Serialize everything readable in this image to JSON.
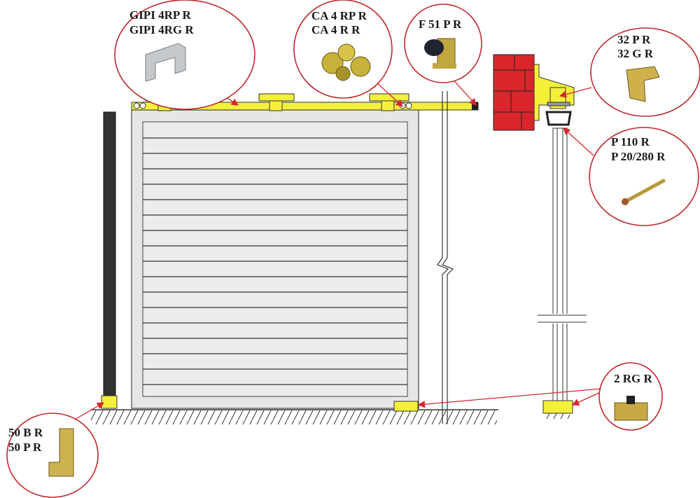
{
  "title": "Sliding gate hardware diagram",
  "callouts": {
    "rail": {
      "line1": "GIPI 4RP R",
      "line2": "GIPI 4RG R",
      "part": "rail-profile"
    },
    "carriage": {
      "line1": "CA 4 RP R",
      "line2": "CA 4 R R",
      "part": "roller-carriage"
    },
    "stop": {
      "line1": "F 51 P R",
      "part": "end-stop"
    },
    "bracket": {
      "line1": "32 P R",
      "line2": "32 G R",
      "part": "wall-bracket"
    },
    "bolt": {
      "line1": "P 110 R",
      "line2": "P 20/280 R",
      "part": "pin-bolt"
    },
    "guide": {
      "line1": "2 RG R",
      "part": "floor-guide"
    },
    "catcher": {
      "line1": "50 B R",
      "line2": "50 P R",
      "part": "gate-catcher"
    }
  },
  "colors": {
    "accent": "#c0272d",
    "yellow": "#f4f03a",
    "brick": "#d8262a"
  }
}
